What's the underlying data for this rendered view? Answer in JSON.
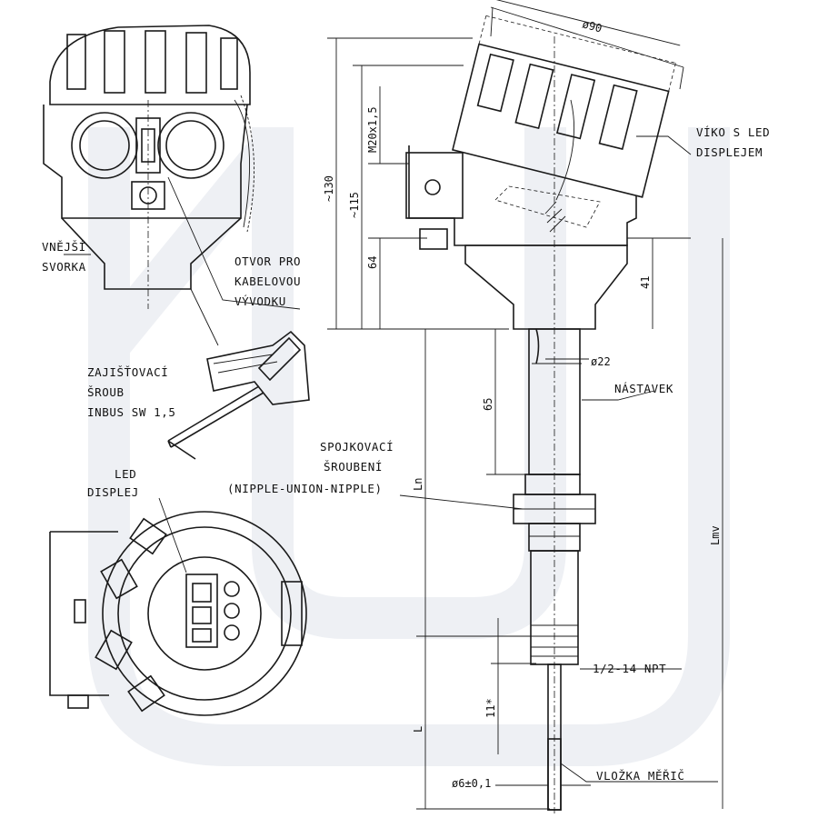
{
  "labels": {
    "vnejsi_svorka": [
      "VNĚJŠÍ",
      "SVORKA"
    ],
    "otvor": [
      "OTVOR PRO",
      "KABELOVOU",
      "VÝVODKU"
    ],
    "zajistovaci": [
      "ZAJIŠŤOVACÍ",
      "ŠROUB",
      "INBUS SW 1,5"
    ],
    "led_displej": [
      "LED",
      "DISPLEJ"
    ],
    "spojkovaci": [
      "SPOJKOVACÍ",
      "ŠROUBENÍ",
      "(NIPPLE-UNION-NIPPLE)"
    ],
    "vikd": [
      "VÍKO S LED",
      "DISPLEJEM"
    ],
    "nastavek": "NÁSTAVEK",
    "npt": "1/2-14 NPT",
    "vlozka": "VLOŽKA MĚŘIČ"
  },
  "dimensions": {
    "d90": "ø90",
    "m20": "M20x1,5",
    "d130": "~130",
    "d115": "~115",
    "d64": "64",
    "d41": "41",
    "d22": "ø22",
    "d65": "65",
    "ln": "Ln",
    "lmv": "Lmv",
    "d11": "11*",
    "l": "L",
    "d6": "ø6±0,1"
  }
}
